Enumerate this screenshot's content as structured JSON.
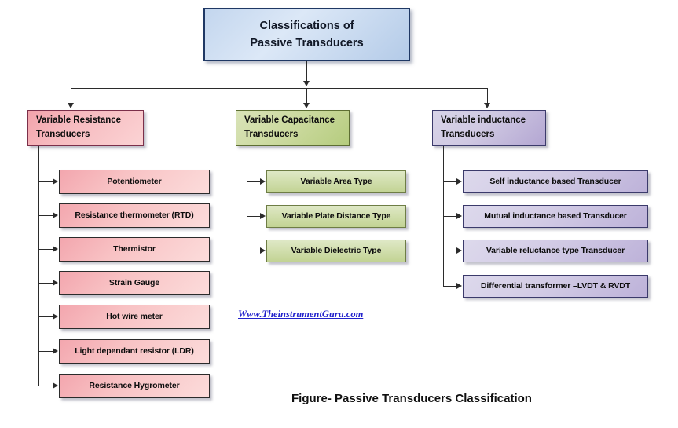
{
  "diagram": {
    "root": {
      "line1": "Classifications of",
      "line2": "Passive Transducers"
    },
    "branches": [
      {
        "key": "resistance",
        "line1": "Variable Resistance",
        "line2": "Transducers",
        "color": "#f2a3ab",
        "children": [
          {
            "label": "Potentiometer"
          },
          {
            "label": "Resistance thermometer (RTD)"
          },
          {
            "label": "Thermistor"
          },
          {
            "label": "Strain Gauge"
          },
          {
            "label": "Hot wire meter"
          },
          {
            "label": "Light dependant resistor (LDR)"
          },
          {
            "label": "Resistance Hygrometer"
          }
        ]
      },
      {
        "key": "capacitance",
        "line1": "Variable Capacitance",
        "line2": "Transducers",
        "color": "#c9d89b",
        "children": [
          {
            "label": "Variable Area Type"
          },
          {
            "label": "Variable Plate Distance  Type"
          },
          {
            "label": "Variable Dielectric Type"
          }
        ]
      },
      {
        "key": "inductance",
        "line1": "Variable inductance",
        "line2": "Transducers",
        "color": "#b3a6d2",
        "children": [
          {
            "label": "Self inductance  based  Transducer"
          },
          {
            "label": "Mutual inductance  based Transducer"
          },
          {
            "label": "Variable reluctance type Transducer"
          },
          {
            "label": "Differential transformer –LVDT & RVDT"
          }
        ]
      }
    ],
    "watermark": "Www.TheinstrumentGuru.com",
    "caption": "Figure- Passive Transducers Classification"
  }
}
